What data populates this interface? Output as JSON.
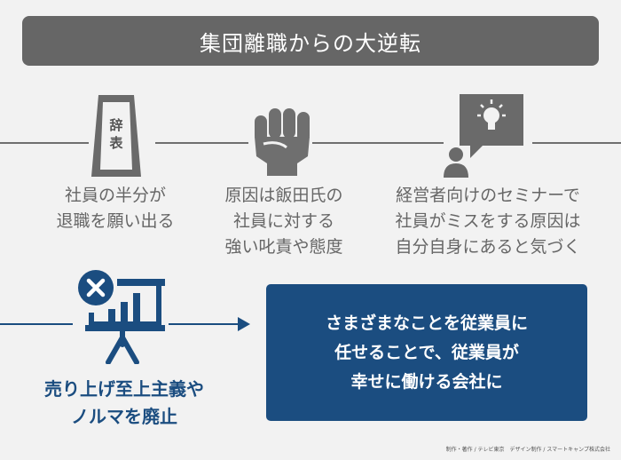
{
  "title": "集団離職からの大逆転",
  "steps": [
    {
      "icon": "resignation-letter-icon",
      "icon_text": [
        "辞",
        "表"
      ],
      "caption": [
        "社員の半分が",
        "退職を願い出る"
      ]
    },
    {
      "icon": "raised-fist-icon",
      "caption": [
        "原因は飯田氏の",
        "社員に対する",
        "強い叱責や態度"
      ]
    },
    {
      "icon": "seminar-lightbulb-icon",
      "caption": [
        "経営者向けのセミナーで",
        "社員がミスをする原因は",
        "自分自身にあると気づく"
      ]
    }
  ],
  "abolish": {
    "icon": "sales-chart-x-icon",
    "x_mark": "✕",
    "caption": [
      "売り上げ至上主義や",
      "ノルマを廃止"
    ]
  },
  "result": {
    "lines": [
      "さまざまなことを従業員に",
      "任せることで、従業員が",
      "幸せに働ける会社に"
    ]
  },
  "credit": "制作・著作 / テレビ東京　デザイン制作 / スマートキャンプ株式会社",
  "colors": {
    "navy": "#1b4d80",
    "gray": "#666666",
    "background": "#f2f2f2"
  }
}
